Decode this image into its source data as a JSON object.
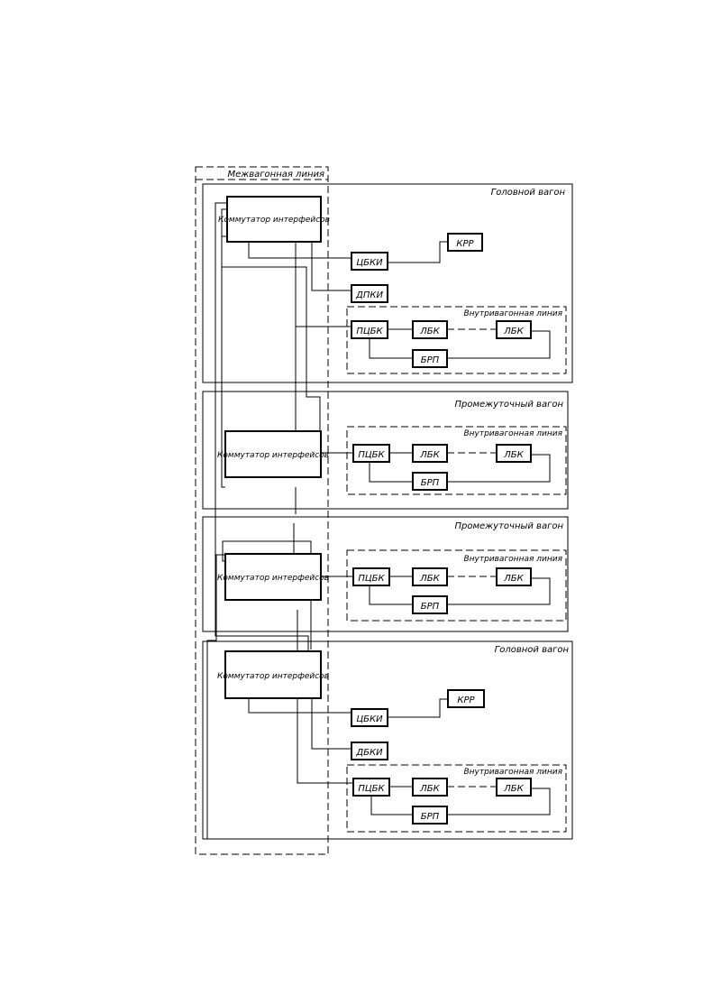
{
  "inter_car_line_label": "Межвагонная линия",
  "intra_car_line_label": "Внутривагонная линия",
  "cars": [
    {
      "title": "Головной вагон",
      "switch_label": "Коммутатор интерфейсов",
      "cbki": "ЦБКИ",
      "krr": "КРР",
      "dki": "ДПКИ",
      "pcbk": "ПЦБК",
      "lbk1": "ЛБК",
      "lbk2": "ЛБК",
      "brp": "БРП"
    },
    {
      "title": "Промежуточный вагон",
      "switch_label": "Коммутатор интерфейсов",
      "pcbk": "ПЦБК",
      "lbk1": "ЛБК",
      "lbk2": "ЛБК",
      "brp": "БРП"
    },
    {
      "title": "Промежуточный вагон",
      "switch_label": "Коммутатор интерфейсов",
      "pcbk": "ПЦБК",
      "lbk1": "ЛБК",
      "lbk2": "ЛБК",
      "brp": "БРП"
    },
    {
      "title": "Головной вагон",
      "switch_label": "Коммутатор интерфейсов",
      "cbki": "ЦБКИ",
      "krr": "КРР",
      "dki": "ДБКИ",
      "pcbk": "ПЦБК",
      "lbk1": "ЛБК",
      "lbk2": "ЛБК",
      "brp": "БРП"
    }
  ]
}
